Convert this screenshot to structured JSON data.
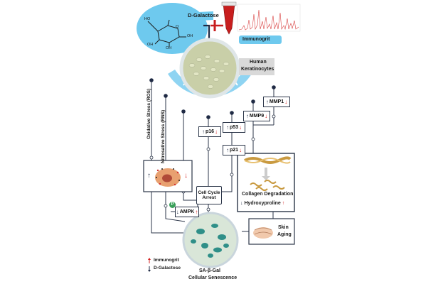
{
  "top": {
    "dgalactose_label": "D-Galactose",
    "immunogrit_label": "Immunogrit",
    "chem_ho": "HO",
    "chem_oh1": "OH",
    "chem_oh2": "OH",
    "chem_oh3": "OH",
    "chem_o": "O"
  },
  "keratinocytes": {
    "label_line1": "Human",
    "label_line2": "Keratinocytes"
  },
  "stress": {
    "oxidative": "Oxidative Stress (ROS)",
    "nitrosative": "Nitrosative Stress (RNS)"
  },
  "markers": {
    "p16": "p16",
    "p53": "p53",
    "p21": "p21",
    "mmp9": "MMP9",
    "mmp1": "MMP1",
    "ampk": "AMPK",
    "p_badge": "P"
  },
  "boxes": {
    "cell_cycle_line1": "Cell Cycle",
    "cell_cycle_line2": "Arrest",
    "collagen_degradation": "Collagen Degradation",
    "hydroxyproline": "Hydroxyproline",
    "skin_aging_line1": "Skin",
    "skin_aging_line2": "Aging"
  },
  "senescence": {
    "line1": "SA-β-Gal",
    "line2": "Cellular Senescence"
  },
  "legend": {
    "immunogrit": "Immunogrit",
    "dgalactose": "D-Galactose"
  },
  "colors": {
    "bubble": "#6ec9ee",
    "arc": "#8fd4f2",
    "navy": "#1f2a44",
    "red": "#d42020",
    "line": "#2b3548"
  }
}
